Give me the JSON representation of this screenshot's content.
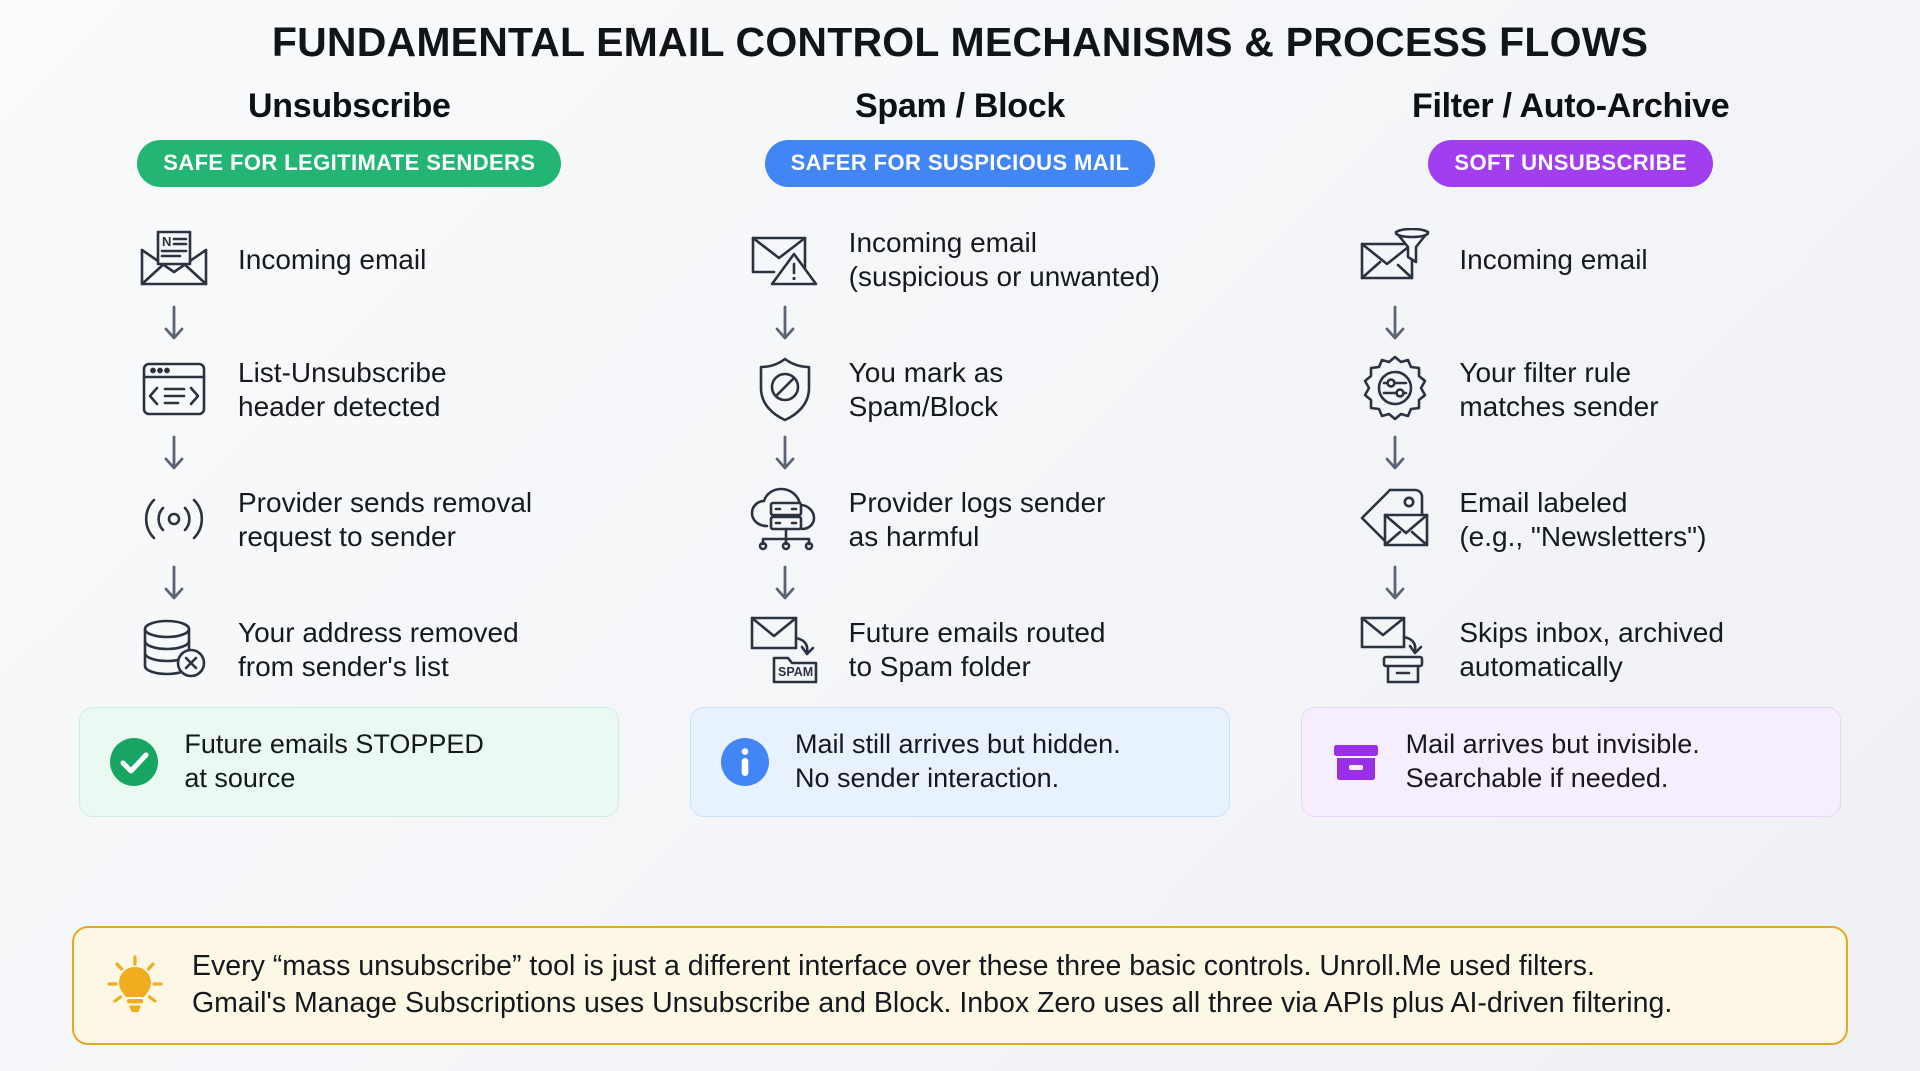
{
  "title": "FUNDAMENTAL EMAIL CONTROL MECHANISMS & PROCESS FLOWS",
  "colors": {
    "green": "#22b573",
    "blue": "#4285f4",
    "purple": "#a13ef0",
    "icon_stroke": "#2b3340",
    "arrow": "#5a6475",
    "callout_border": "#e2a922",
    "callout_bg": "#fdf8e6",
    "bulb": "#f0ad1f",
    "page_bg": "#f6f7f9"
  },
  "columns": [
    {
      "heading": "Unsubscribe",
      "badge": {
        "label": "SAFE FOR LEGITIMATE SENDERS",
        "color": "#22b573"
      },
      "steps": [
        {
          "icon": "envelope-newsletter-icon",
          "text": "Incoming email"
        },
        {
          "icon": "browser-code-header-icon",
          "text": "List-Unsubscribe\nheader detected"
        },
        {
          "icon": "broadcast-signal-icon",
          "text": "Provider sends removal\nrequest to sender"
        },
        {
          "icon": "database-remove-icon",
          "text": "Your address removed\nfrom sender's list"
        }
      ],
      "outcome": {
        "icon": "check-circle-icon",
        "text": "Future emails STOPPED\nat source",
        "style": "green"
      }
    },
    {
      "heading": "Spam / Block",
      "badge": {
        "label": "SAFER FOR SUSPICIOUS MAIL",
        "color": "#4285f4"
      },
      "steps": [
        {
          "icon": "envelope-warning-icon",
          "text": "Incoming email\n(suspicious or unwanted)"
        },
        {
          "icon": "shield-block-icon",
          "text": "You mark as\nSpam/Block"
        },
        {
          "icon": "cloud-server-icon",
          "text": "Provider logs sender\nas harmful"
        },
        {
          "icon": "envelope-to-spam-folder-icon",
          "text": "Future emails routed\nto Spam folder"
        }
      ],
      "outcome": {
        "icon": "info-circle-icon",
        "text": "Mail still arrives but hidden.\nNo sender interaction.",
        "style": "blue"
      }
    },
    {
      "heading": "Filter / Auto-Archive",
      "badge": {
        "label": "SOFT UNSUBSCRIBE",
        "color": "#a13ef0"
      },
      "steps": [
        {
          "icon": "envelope-funnel-icon",
          "text": "Incoming email"
        },
        {
          "icon": "gear-sliders-icon",
          "text": "Your filter rule\nmatches sender"
        },
        {
          "icon": "tag-envelope-icon",
          "text": "Email labeled\n(e.g., \"Newsletters\")"
        },
        {
          "icon": "envelope-to-archive-icon",
          "text": "Skips inbox, archived\nautomatically"
        }
      ],
      "outcome": {
        "icon": "archive-box-icon",
        "text": "Mail arrives but invisible.\nSearchable if needed.",
        "style": "purple"
      }
    }
  ],
  "footer": {
    "icon": "lightbulb-icon",
    "text": "Every “mass unsubscribe” tool is just a different interface over these three basic controls. Unroll.Me used filters.\nGmail's Manage Subscriptions uses Unsubscribe and Block. Inbox Zero uses all three via APIs plus AI-driven filtering."
  },
  "arrow_icon": "arrow-down-icon"
}
